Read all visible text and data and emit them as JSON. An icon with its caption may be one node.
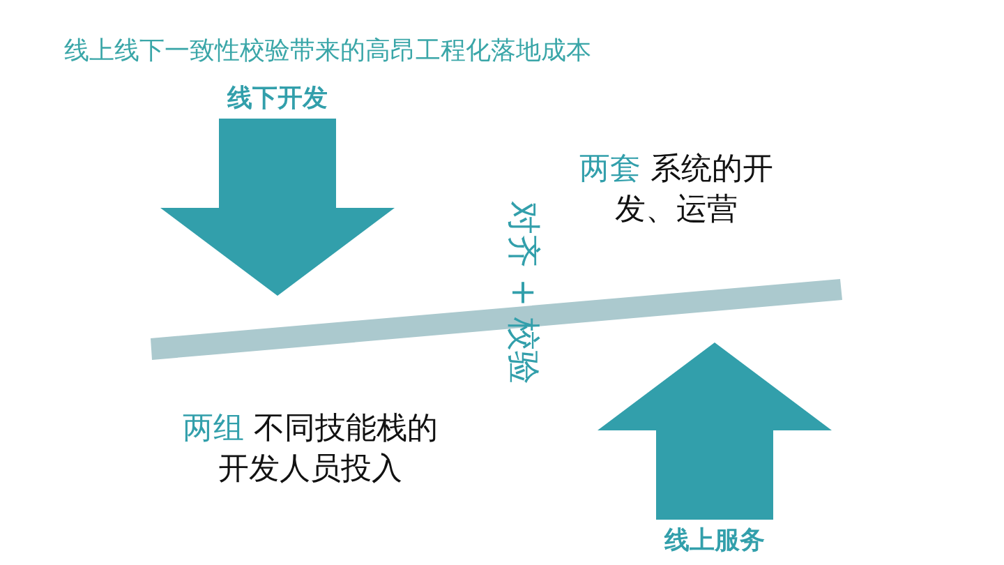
{
  "diagram": {
    "title": "线上线下一致性校验带来的高昂工程化落地成本",
    "nodes": [
      {
        "text": [
          "线下开发"
        ]
      },
      {
        "text": [
          "线上服务"
        ]
      },
      {
        "text": [],
        "shape": "bar"
      }
    ],
    "edges": [],
    "labels": [
      "对齐 + 校验",
      "两套 系统的开发、运营",
      "两组 不同技能栈的开发人员投入"
    ]
  }
}
